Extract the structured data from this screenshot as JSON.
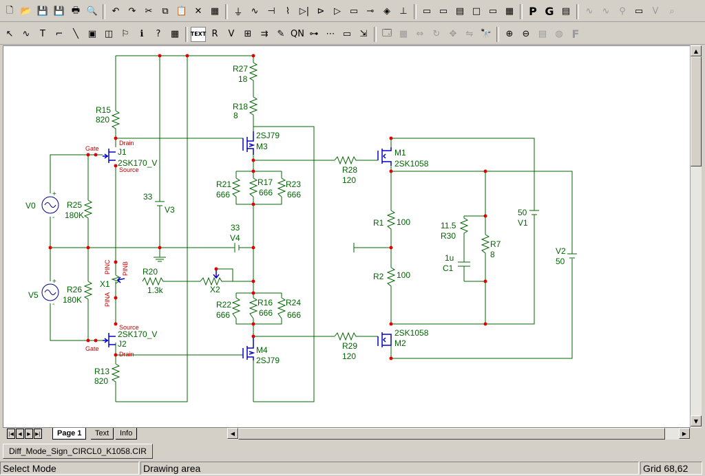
{
  "toolbar1": {
    "icons": [
      "new-file-icon",
      "open-file-icon",
      "save-icon",
      "save-all-icon",
      "print-icon",
      "print-preview-icon",
      "undo-icon",
      "redo-icon",
      "cut-icon",
      "copy-icon",
      "paste-icon",
      "delete-icon",
      "chip-icon",
      "ground-icon",
      "inductor-icon",
      "capacitor-icon",
      "resistor-icon",
      "diode-icon",
      "transistor-icon",
      "opamp-icon",
      "meter-icon",
      "battery-icon",
      "source-icon",
      "switch-icon",
      "window-tile-h-icon",
      "window-tile-v-icon",
      "window-cascade-icon",
      "window-icon",
      "window-split-icon",
      "calculator-icon",
      "P",
      "G",
      "analysis-window-icon",
      "waveform-icon",
      "ac-analysis-icon",
      "probe-icon",
      "bode-icon",
      "vdc-icon",
      "zoom-window-icon"
    ]
  },
  "toolbar2": {
    "icons": [
      "select-arrow-icon",
      "wire-icon",
      "text-tool-icon",
      "bus-icon",
      "line-tool-icon",
      "component-icon",
      "insert-icon",
      "flag-icon",
      "info-icon",
      "help-cursor-icon",
      "color-icon",
      "text-mode-icon",
      "pin-label-icon",
      "vtp-icon",
      "analysis-icon",
      "arrows-icon",
      "probe-tool-icon",
      "qn-icon",
      "node-icon",
      "grid-icon",
      "frame-icon",
      "cursor-icon",
      "properties-icon",
      "align-icon",
      "flip-h-icon",
      "rotate-icon",
      "move-icon",
      "mirror-icon",
      "find-icon",
      "zoom-in-icon",
      "zoom-out-icon",
      "macro-icon",
      "globe-icon",
      "font-icon"
    ],
    "text_mode": "TEXT",
    "letter_icon": "F"
  },
  "schematic": {
    "components": {
      "R27": {
        "name": "R27",
        "value": "18"
      },
      "R18": {
        "name": "R18",
        "value": "8"
      },
      "R15": {
        "name": "R15",
        "value": "820"
      },
      "R13": {
        "name": "R13",
        "value": "820"
      },
      "R25": {
        "name": "R25",
        "value": "180K"
      },
      "R26": {
        "name": "R26",
        "value": "180K"
      },
      "R20": {
        "name": "R20",
        "value": "1.3k"
      },
      "R21": {
        "name": "R21",
        "value": "666"
      },
      "R17": {
        "name": "R17",
        "value": "666"
      },
      "R23": {
        "name": "R23",
        "value": "666"
      },
      "R22": {
        "name": "R22",
        "value": "666"
      },
      "R16": {
        "name": "R16",
        "value": "666"
      },
      "R24": {
        "name": "R24",
        "value": "666"
      },
      "R28": {
        "name": "R28",
        "value": "120"
      },
      "R29": {
        "name": "R29",
        "value": "120"
      },
      "R1": {
        "name": "R1",
        "value": "100"
      },
      "R2": {
        "name": "R2",
        "value": "100"
      },
      "R30": {
        "name": "R30",
        "value": "11.5"
      },
      "R7": {
        "name": "R7",
        "value": "8"
      },
      "C1": {
        "name": "C1",
        "value": "1u"
      },
      "V0": {
        "name": "V0"
      },
      "V5": {
        "name": "V5"
      },
      "V3": {
        "name": "V3",
        "value": "33"
      },
      "V4": {
        "name": "V4",
        "value": "33"
      },
      "V1": {
        "name": "V1",
        "value": "50"
      },
      "V2": {
        "name": "V2",
        "value": "50"
      },
      "J1": {
        "name": "J1",
        "value": "2SK170_V"
      },
      "J2": {
        "name": "J2",
        "value": "2SK170_V"
      },
      "M3": {
        "name": "M3",
        "value": "2SJ79"
      },
      "M4": {
        "name": "M4",
        "value": "2SJ79"
      },
      "M1": {
        "name": "M1",
        "value": "2SK1058"
      },
      "M2": {
        "name": "M2",
        "value": "2SK1058"
      },
      "X1": {
        "name": "X1"
      },
      "X2": {
        "name": "X2"
      }
    },
    "pins": {
      "drain": "Drain",
      "gate": "Gate",
      "source": "Source",
      "pinc": "PINC",
      "pinb": "PINB",
      "pina": "PINA"
    },
    "sign_plus": "+",
    "sign_minus": "-"
  },
  "tabs": {
    "nav": [
      "|◀",
      "◀",
      "▶",
      "▶|"
    ],
    "items": [
      {
        "label": "Page 1",
        "active": true
      },
      {
        "label": "Text",
        "active": false
      },
      {
        "label": "Info",
        "active": false
      }
    ]
  },
  "file_tab": {
    "label": "Diff_Mode_Sign_CIRCL0_K1058.CIR"
  },
  "status": {
    "mode": "Select Mode",
    "area": "Drawing area",
    "grid": "Grid 68,62"
  }
}
